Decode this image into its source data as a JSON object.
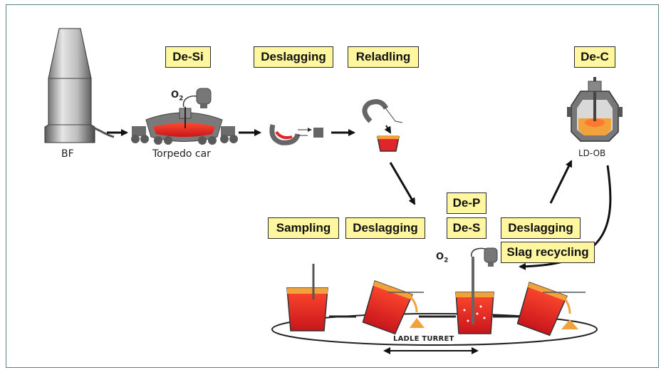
{
  "process_boxes": {
    "de_si": "De-Si",
    "deslagging_1": "Deslagging",
    "reladling": "Reladling",
    "de_c": "De-C",
    "de_p": "De-P",
    "de_s": "De-S",
    "sampling": "Sampling",
    "deslagging_2": "Deslagging",
    "deslagging_3": "Deslagging",
    "slag_recycling": "Slag recycling"
  },
  "labels": {
    "bf": "BF",
    "torpedo_car": "Torpedo car",
    "ld_ob": "LD-OB",
    "ladle_turret": "LADLE TURRET",
    "oxygen_1": "O",
    "oxygen_1_sub": "2",
    "oxygen_2": "O",
    "oxygen_2_sub": "2"
  },
  "colors": {
    "box_fill": "#fff6a0",
    "molten_metal": "#e0262a",
    "slag": "#f2a23a",
    "equipment_gray": "#6f6f6f",
    "arrow": "#111111"
  }
}
